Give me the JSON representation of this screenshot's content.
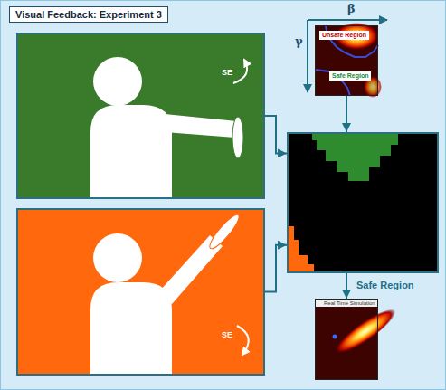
{
  "diagram": {
    "title": "Visual Feedback: Experiment 3",
    "nodes": [
      {
        "text": [
          "SE"
        ]
      },
      {
        "text": [
          "SE"
        ]
      },
      {
        "text": [
          "Unsafe Region",
          "Safe Region"
        ]
      },
      {
        "text": []
      },
      {
        "text": [
          "Safe Region",
          "Real Time Simulation"
        ]
      }
    ],
    "edges": [
      {
        "from": 0,
        "to": 3,
        "arrow": "to"
      },
      {
        "from": 1,
        "to": 3,
        "arrow": "to"
      },
      {
        "from": 2,
        "to": 3,
        "arrow": "to"
      },
      {
        "from": 3,
        "to": 4,
        "arrow": "to"
      }
    ],
    "labels": [
      "β",
      "γ"
    ]
  }
}
